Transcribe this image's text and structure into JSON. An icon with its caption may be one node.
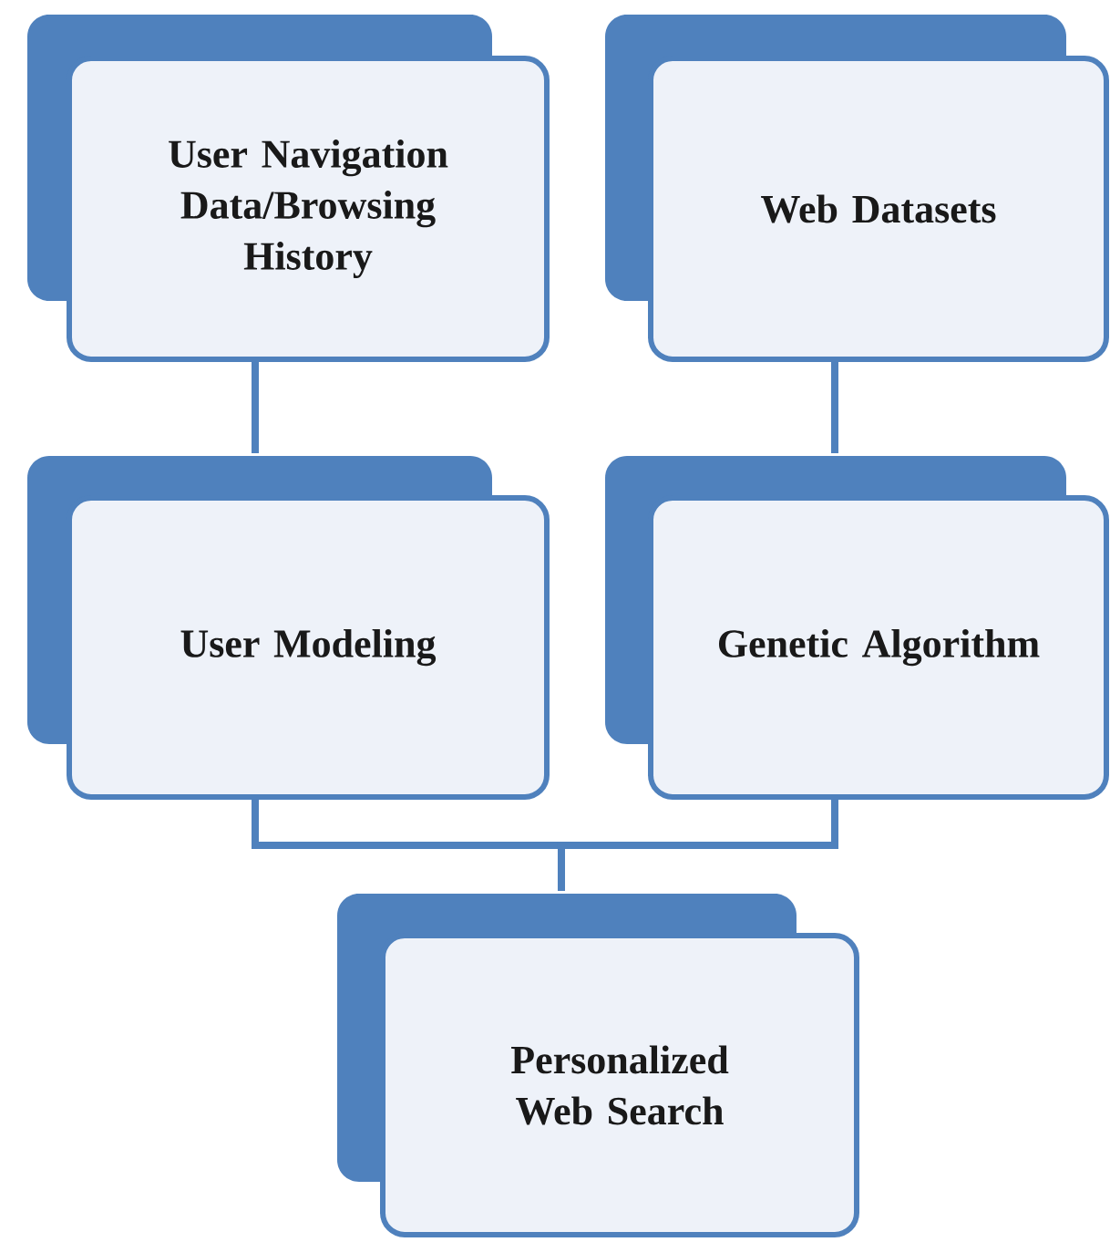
{
  "diagram": {
    "nodes": [
      {
        "text": [
          "User Navigation Data/Browsing History"
        ]
      },
      {
        "text": [
          "Web Datasets"
        ]
      },
      {
        "text": [
          "User Modeling"
        ]
      },
      {
        "text": [
          "Genetic Algorithm"
        ]
      },
      {
        "text": [
          "Personalized Web Search"
        ]
      }
    ],
    "edges": [
      {
        "from": 0,
        "to": 2,
        "arrow": "none"
      },
      {
        "from": 1,
        "to": 3,
        "arrow": "none"
      },
      {
        "from": 2,
        "to": 4,
        "arrow": "none"
      },
      {
        "from": 3,
        "to": 4,
        "arrow": "none"
      }
    ]
  }
}
